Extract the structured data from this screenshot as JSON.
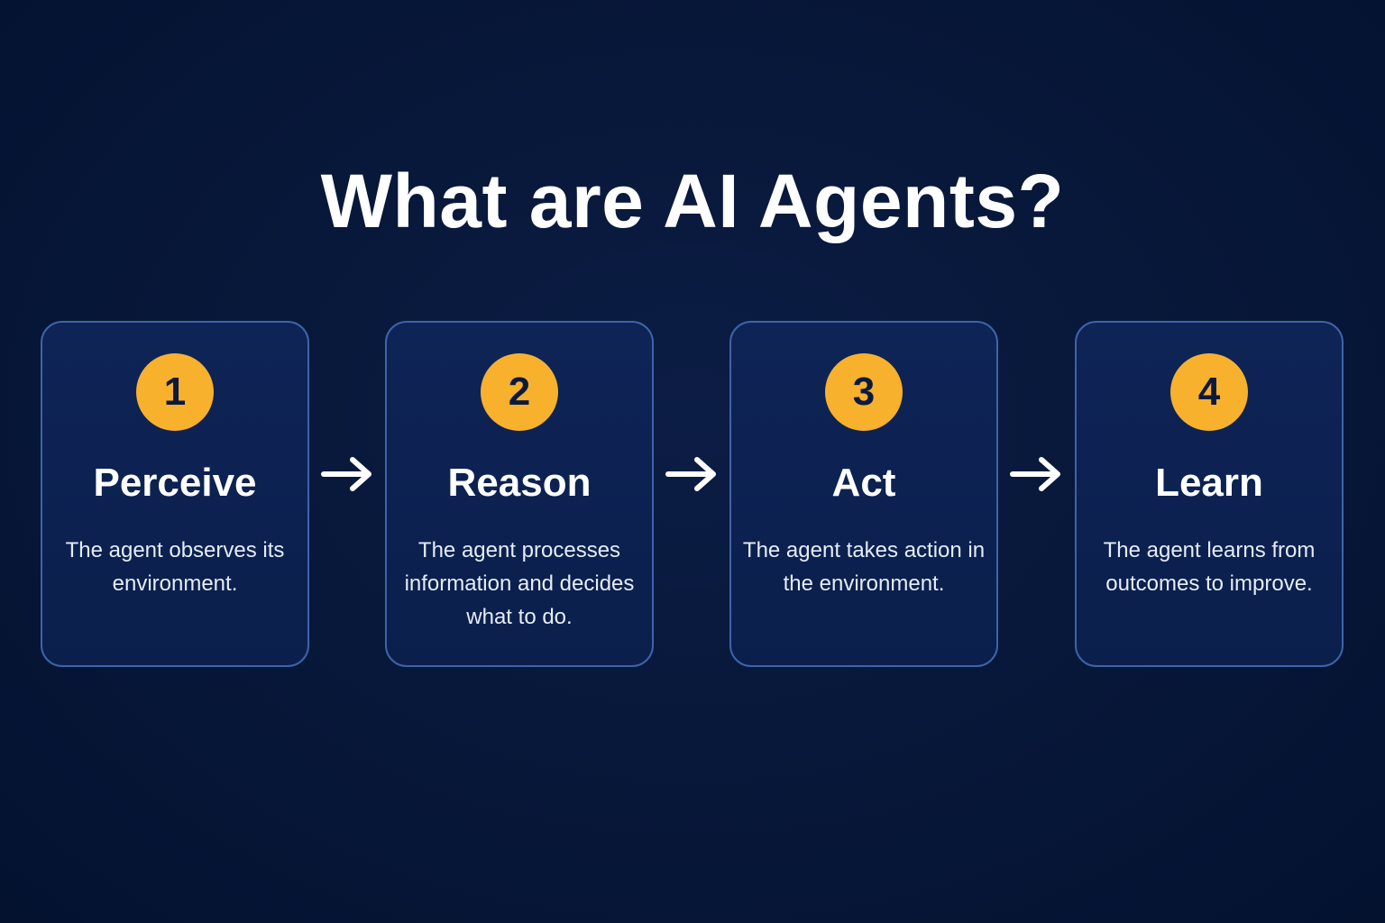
{
  "title": "What are AI Agents?",
  "colors": {
    "background": "#071738",
    "card_fill": "#0d2253",
    "card_border": "#3f63a8",
    "badge": "#f7b12d",
    "badge_text": "#0b1a3c",
    "text": "#ffffff"
  },
  "steps": [
    {
      "number": "1",
      "label": "Perceive",
      "description": "The agent observes its environment."
    },
    {
      "number": "2",
      "label": "Reason",
      "description": "The agent processes information and decides what to do."
    },
    {
      "number": "3",
      "label": "Act",
      "description": "The agent takes action in the environment."
    },
    {
      "number": "4",
      "label": "Learn",
      "description": "The agent learns from outcomes to improve."
    }
  ],
  "connector_icon": "arrow-right-icon"
}
